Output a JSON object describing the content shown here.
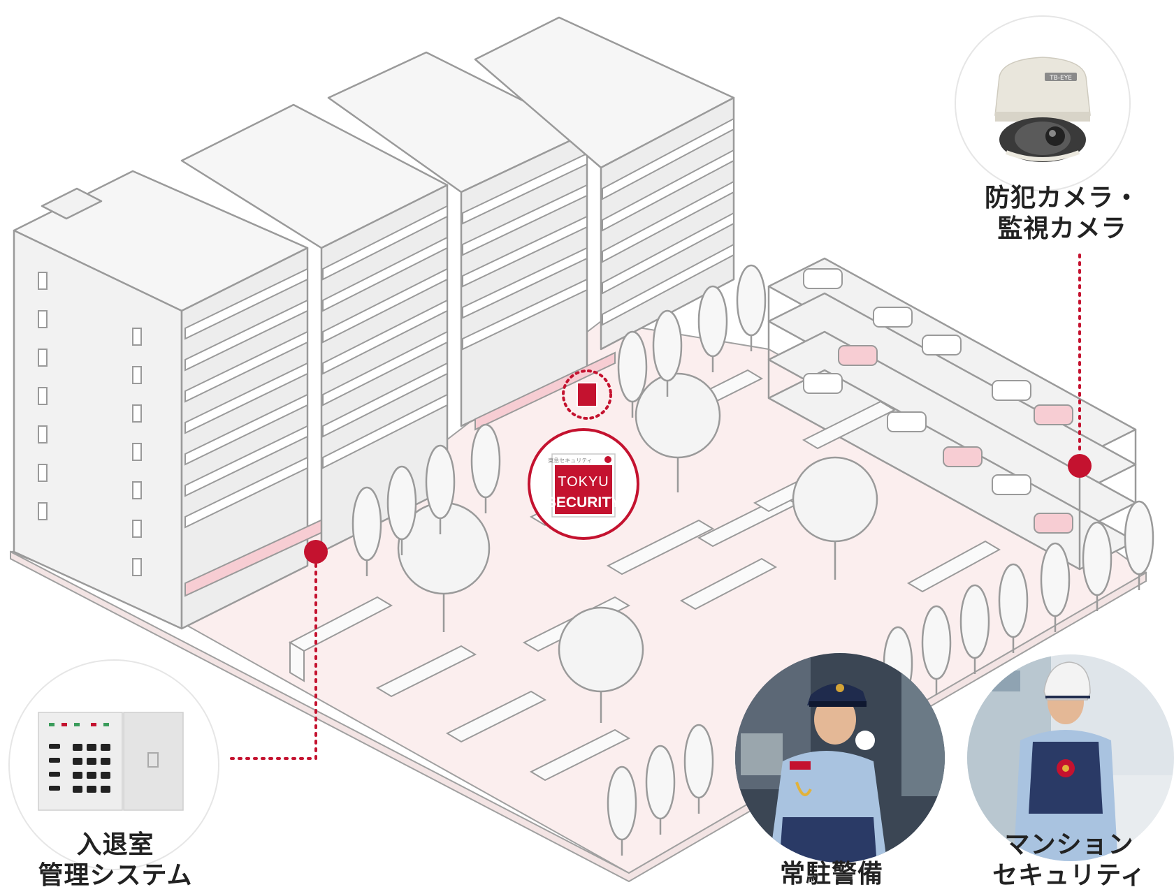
{
  "labels": {
    "camera": {
      "line1": "防犯カメラ・",
      "line2": "監視カメラ"
    },
    "access": {
      "line1": "入退室",
      "line2": "管理システム"
    },
    "guard": {
      "line1": "常駐警備"
    },
    "patrol": {
      "line1": "マンション",
      "line2": "セキュリティ"
    }
  },
  "sign": {
    "top": "東急セキュリティ",
    "line1": "TOKYU",
    "line2": "SECURITY"
  },
  "camera_brand": "TB-EYE",
  "colors": {
    "accent": "#c4122f",
    "line": "#9a9a9a",
    "ground": "#fbeeee",
    "pink": "#f7cdd3"
  },
  "icons": {
    "camera": "dome-camera-icon",
    "keypad": "keypad-icon",
    "guard": "guard-photo-icon",
    "patrol": "patrol-photo-icon"
  }
}
